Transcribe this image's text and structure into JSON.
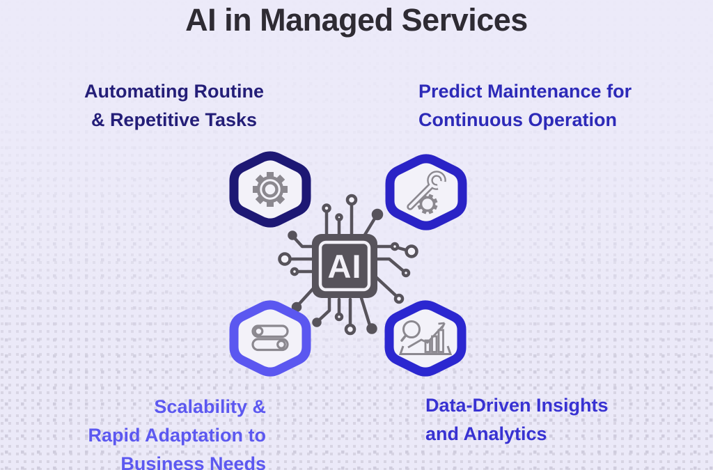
{
  "title": "AI in Managed Services",
  "chip": {
    "label": "AI"
  },
  "nodes": [
    {
      "id": "automating-tasks",
      "label_lines": [
        "Automating Routine",
        "& Repetitive Tasks"
      ],
      "text_color": "#241e78",
      "hex_color": "#1d1874",
      "icon": "gear-icon"
    },
    {
      "id": "predictive-maintenance",
      "label_lines": [
        "Predict Maintenance for",
        "Continuous Operation"
      ],
      "text_color": "#2d2ab8",
      "hex_color": "#2a23c6",
      "icon": "wrench-gear-icon"
    },
    {
      "id": "scalability",
      "label_lines": [
        "Scalability &",
        "Rapid Adaptation to",
        "Business Needs"
      ],
      "text_color": "#5c58f0",
      "hex_color": "#5b57f0",
      "icon": "toggles-icon"
    },
    {
      "id": "data-insights",
      "label_lines": [
        "Data-Driven Insights",
        "and Analytics"
      ],
      "text_color": "#3832d2",
      "hex_color": "#2b27d0",
      "icon": "analytics-chart-icon"
    }
  ],
  "colors": {
    "background": "#ebe9f8",
    "chip": "#57535b",
    "icon_stroke": "#8b888f",
    "title_text": "#2e2b33"
  }
}
